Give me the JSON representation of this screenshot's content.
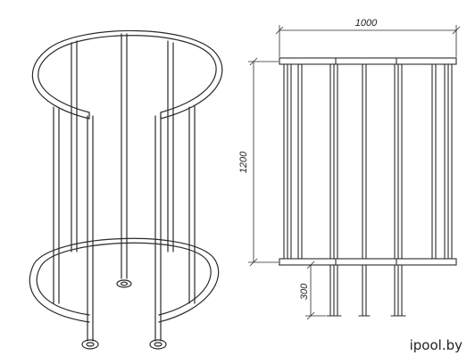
{
  "dimensions": {
    "width": "1000",
    "height": "1200",
    "leg": "300"
  },
  "watermark": "ipool.by",
  "colors": {
    "line": "#2a2a2a",
    "rail_fill": "#ffffff",
    "background": "#ffffff"
  }
}
